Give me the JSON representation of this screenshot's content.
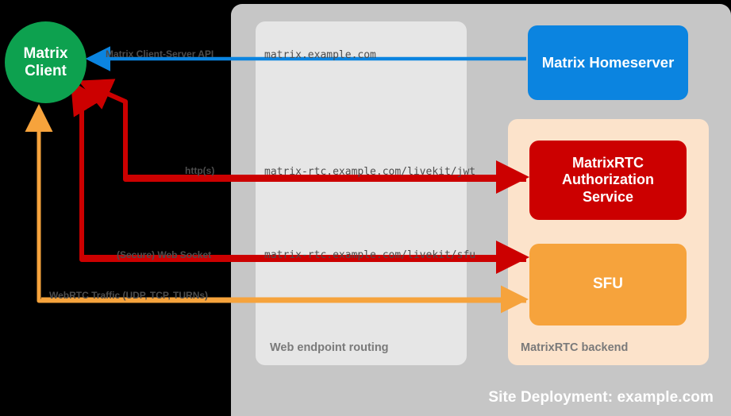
{
  "diagram": {
    "title": "Site Deployment: example.com",
    "colors": {
      "background": "#000000",
      "site_container": "#c6c6c6",
      "web_routing_container": "#e6e6e6",
      "matrixrtc_backend_container": "#fce3cb",
      "matrix_client": "#0da14f",
      "matrix_homeserver": "#0b84e0",
      "auth_service": "#cc0000",
      "sfu": "#f6a33c",
      "arrow_blue": "#0b84e0",
      "arrow_red": "#cc0000",
      "arrow_orange": "#f6a33c",
      "label_text": "#4d4d4d"
    }
  },
  "containers": {
    "site_deployment": {
      "label": "Site Deployment: example.com"
    },
    "web_endpoint_routing": {
      "label": "Web endpoint routing"
    },
    "matrixrtc_backend": {
      "label": "MatrixRTC backend"
    }
  },
  "nodes": {
    "matrix_client": {
      "line1": "Matrix",
      "line2": "Client"
    },
    "matrix_homeserver": {
      "label": "Matrix Homeserver"
    },
    "auth_service": {
      "line1": "MatrixRTC",
      "line2": "Authorization",
      "line3": "Service"
    },
    "sfu": {
      "label": "SFU"
    }
  },
  "connections": [
    {
      "id": "cs-api",
      "protocol_label": "Matrix Client-Server API",
      "endpoint": "matrix.example.com",
      "color": "#0b84e0",
      "from": "matrix_homeserver",
      "to": "matrix_client",
      "direction": "left"
    },
    {
      "id": "jwt",
      "protocol_label": "http(s)",
      "endpoint": "matrix-rtc.example.com/livekit/jwt",
      "color": "#cc0000",
      "from": "matrix_client",
      "to": "auth_service",
      "direction": "both"
    },
    {
      "id": "websocket",
      "protocol_label": "(Secure) Web Socket",
      "endpoint": "matrix-rtc.example.com/livekit/sfu",
      "color": "#cc0000",
      "from": "matrix_client",
      "to": "sfu",
      "direction": "both"
    },
    {
      "id": "webrtc",
      "protocol_label": "WebRTC Traffic (UDP, TCP, TURNs)",
      "endpoint": "",
      "color": "#f6a33c",
      "from": "matrix_client",
      "to": "sfu",
      "direction": "both"
    }
  ]
}
